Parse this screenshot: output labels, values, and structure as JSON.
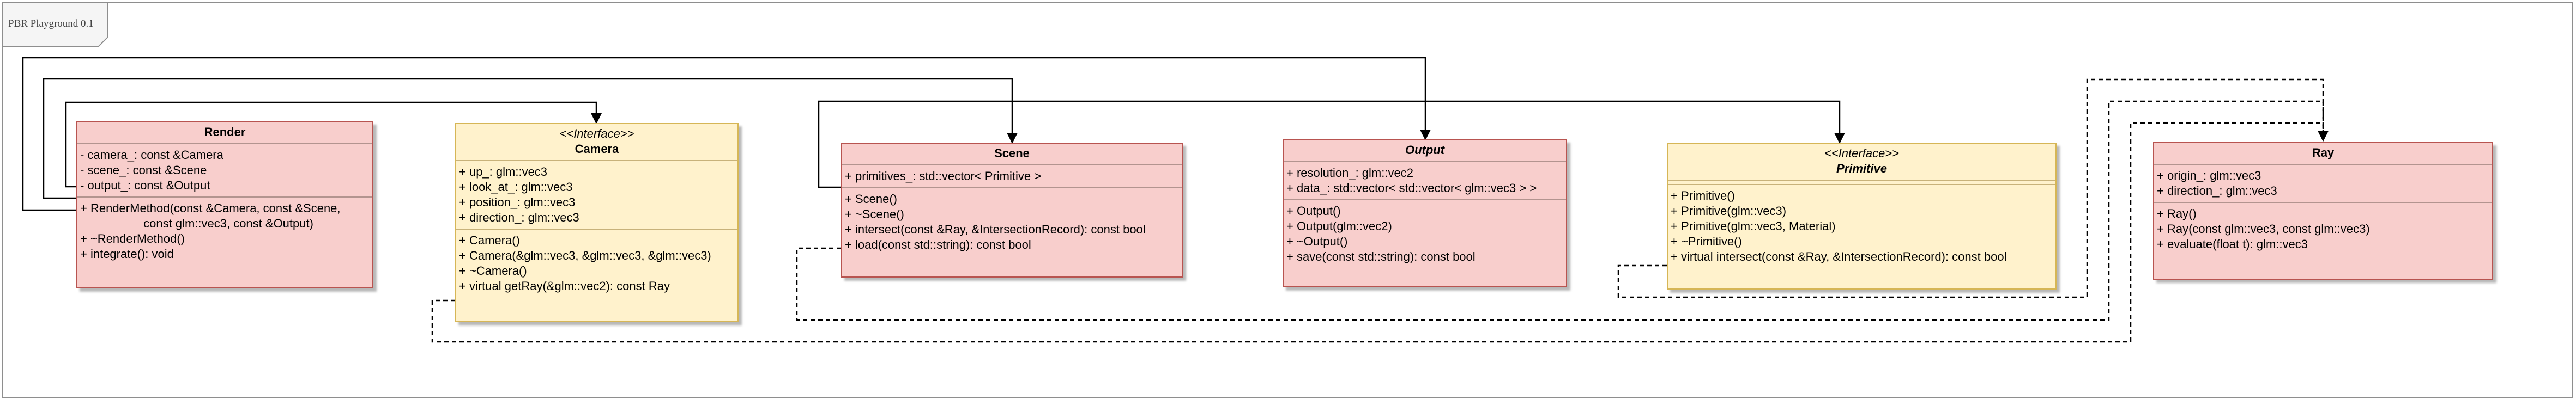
{
  "diagram_title": "PBR Playground 0.1",
  "colors": {
    "class_fill": "#f8cecc",
    "class_border": "#b85450",
    "interface_fill": "#fff2cc",
    "interface_border": "#d6b656",
    "edge": "#000000",
    "frame": "#8e8e8e"
  },
  "classes": {
    "render": {
      "name": "Render",
      "attributes": [
        "- camera_: const &Camera",
        "- scene_: const &Scene",
        "- output_: const &Output"
      ],
      "methods": [
        "+ RenderMethod(const &Camera, const &Scene,",
        "                   const glm::vec3, const &Output)",
        "+ ~RenderMethod()",
        "+ integrate(): void"
      ]
    },
    "camera": {
      "stereotype": "<<Interface>>",
      "name": "Camera",
      "attributes": [
        "+ up_: glm::vec3",
        "+ look_at_: glm::vec3",
        "+ position_: glm::vec3",
        "+ direction_: glm::vec3"
      ],
      "methods": [
        "+ Camera()",
        "+ Camera(&glm::vec3, &glm::vec3, &glm::vec3)",
        "+ ~Camera()",
        "+ virtual getRay(&glm::vec2): const Ray"
      ]
    },
    "scene": {
      "name": "Scene",
      "attributes": [
        "+ primitives_: std::vector< Primitive >"
      ],
      "methods": [
        "+ Scene()",
        "+ ~Scene()",
        "+ intersect(const &Ray, &IntersectionRecord): const bool",
        "+ load(const std::string): const bool"
      ]
    },
    "output": {
      "name": "Output",
      "attributes": [
        "+ resolution_: glm::vec2",
        "+ data_: std::vector< std::vector< glm::vec3 > >"
      ],
      "methods": [
        "+ Output()",
        "+ Output(glm::vec2)",
        "+ ~Output()",
        "+ save(const std::string): const bool"
      ]
    },
    "primitive": {
      "stereotype": "<<Interface>>",
      "name": "Primitive",
      "attributes": [],
      "methods": [
        "+ Primitive()",
        "+ Primitive(glm::vec3)",
        "+ Primitive(glm::vec3, Material)",
        "+ ~Primitive()",
        "+ virtual intersect(const &Ray, &IntersectionRecord): const bool"
      ]
    },
    "ray": {
      "name": "Ray",
      "attributes": [
        "+ origin_: glm::vec3",
        "+ direction_: glm::vec3"
      ],
      "methods": [
        "+ Ray()",
        "+ Ray(const glm::vec3, const glm::vec3)",
        "+ evaluate(float t): glm::vec3"
      ]
    }
  },
  "edges": [
    {
      "from": "render",
      "to": "camera",
      "style": "solid",
      "arrow": "filled"
    },
    {
      "from": "render",
      "to": "scene",
      "style": "solid",
      "arrow": "filled"
    },
    {
      "from": "render",
      "to": "output",
      "style": "solid",
      "arrow": "filled"
    },
    {
      "from": "scene",
      "to": "primitive",
      "style": "solid",
      "arrow": "filled"
    },
    {
      "from": "camera",
      "to": "ray",
      "style": "dashed",
      "arrow": "filled"
    },
    {
      "from": "scene",
      "to": "ray",
      "style": "dashed",
      "arrow": "filled"
    },
    {
      "from": "primitive",
      "to": "ray",
      "style": "dashed",
      "arrow": "filled"
    }
  ]
}
